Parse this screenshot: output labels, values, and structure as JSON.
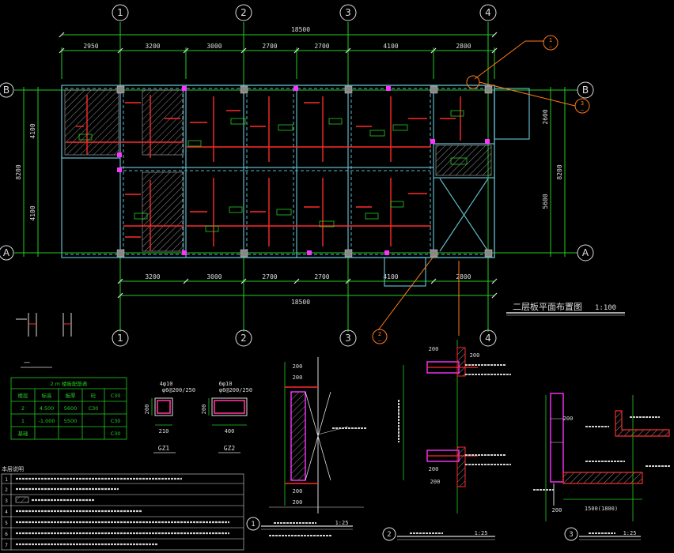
{
  "grid_labels": {
    "columns": [
      "1",
      "2",
      "3",
      "4"
    ],
    "rows": [
      "B",
      "A"
    ]
  },
  "dimensions": {
    "total": "18500",
    "top_spans": [
      "2950",
      "3200",
      "3000",
      "2700",
      "2700",
      "4100",
      "2800"
    ],
    "bottom_spans": [
      "3200",
      "3000",
      "2700",
      "2700",
      "4100",
      "2800"
    ],
    "left_overall": "8200",
    "left_parts": [
      "4100",
      "4100"
    ],
    "right_overall": "8200",
    "right_parts": [
      "2600",
      "5600"
    ]
  },
  "callouts": {
    "callout_1": [
      "1",
      "—"
    ],
    "callout_2": [
      "2",
      "—"
    ],
    "callout_3": [
      "3",
      "—"
    ]
  },
  "plan": {
    "title": "二层板平面布置图",
    "scale": "1:100"
  },
  "notes": {
    "col_section_title": "一",
    "col_labels": [
      "GZ1",
      "GZ2"
    ],
    "col_sizes": [
      "200",
      "200"
    ],
    "col_widths": [
      "210",
      "400"
    ],
    "col_rebar": [
      "4φ10",
      "φ6@200/250",
      "6φ10",
      "φ6@200/250"
    ],
    "table_title": "2.m 楼板配筋表",
    "table_rows": [
      [
        "楼层",
        "标高",
        "板厚",
        "砼",
        "C30"
      ],
      [
        "2",
        "4.500",
        "5600",
        "C30",
        ""
      ],
      [
        "1",
        "-1.000",
        "5500",
        "",
        "C30"
      ],
      [
        "基础",
        "",
        "",
        "",
        "C30"
      ]
    ],
    "notes_title": "本层说明",
    "note_lines": [
      "1",
      "2",
      "3",
      "4",
      "5",
      "6",
      "7"
    ]
  },
  "details": {
    "d1_no": "1",
    "d1_scale": "1:25",
    "d2_no": "2",
    "d2_scale": "1:25",
    "d3_no": "3",
    "d3_scale": "1:25",
    "d1_dims": [
      "200",
      "200",
      "200",
      "200"
    ],
    "d2_dims": [
      "200",
      "200",
      "200",
      "200"
    ],
    "d3_dims": [
      "200",
      "1500(1800)",
      "200"
    ]
  }
}
